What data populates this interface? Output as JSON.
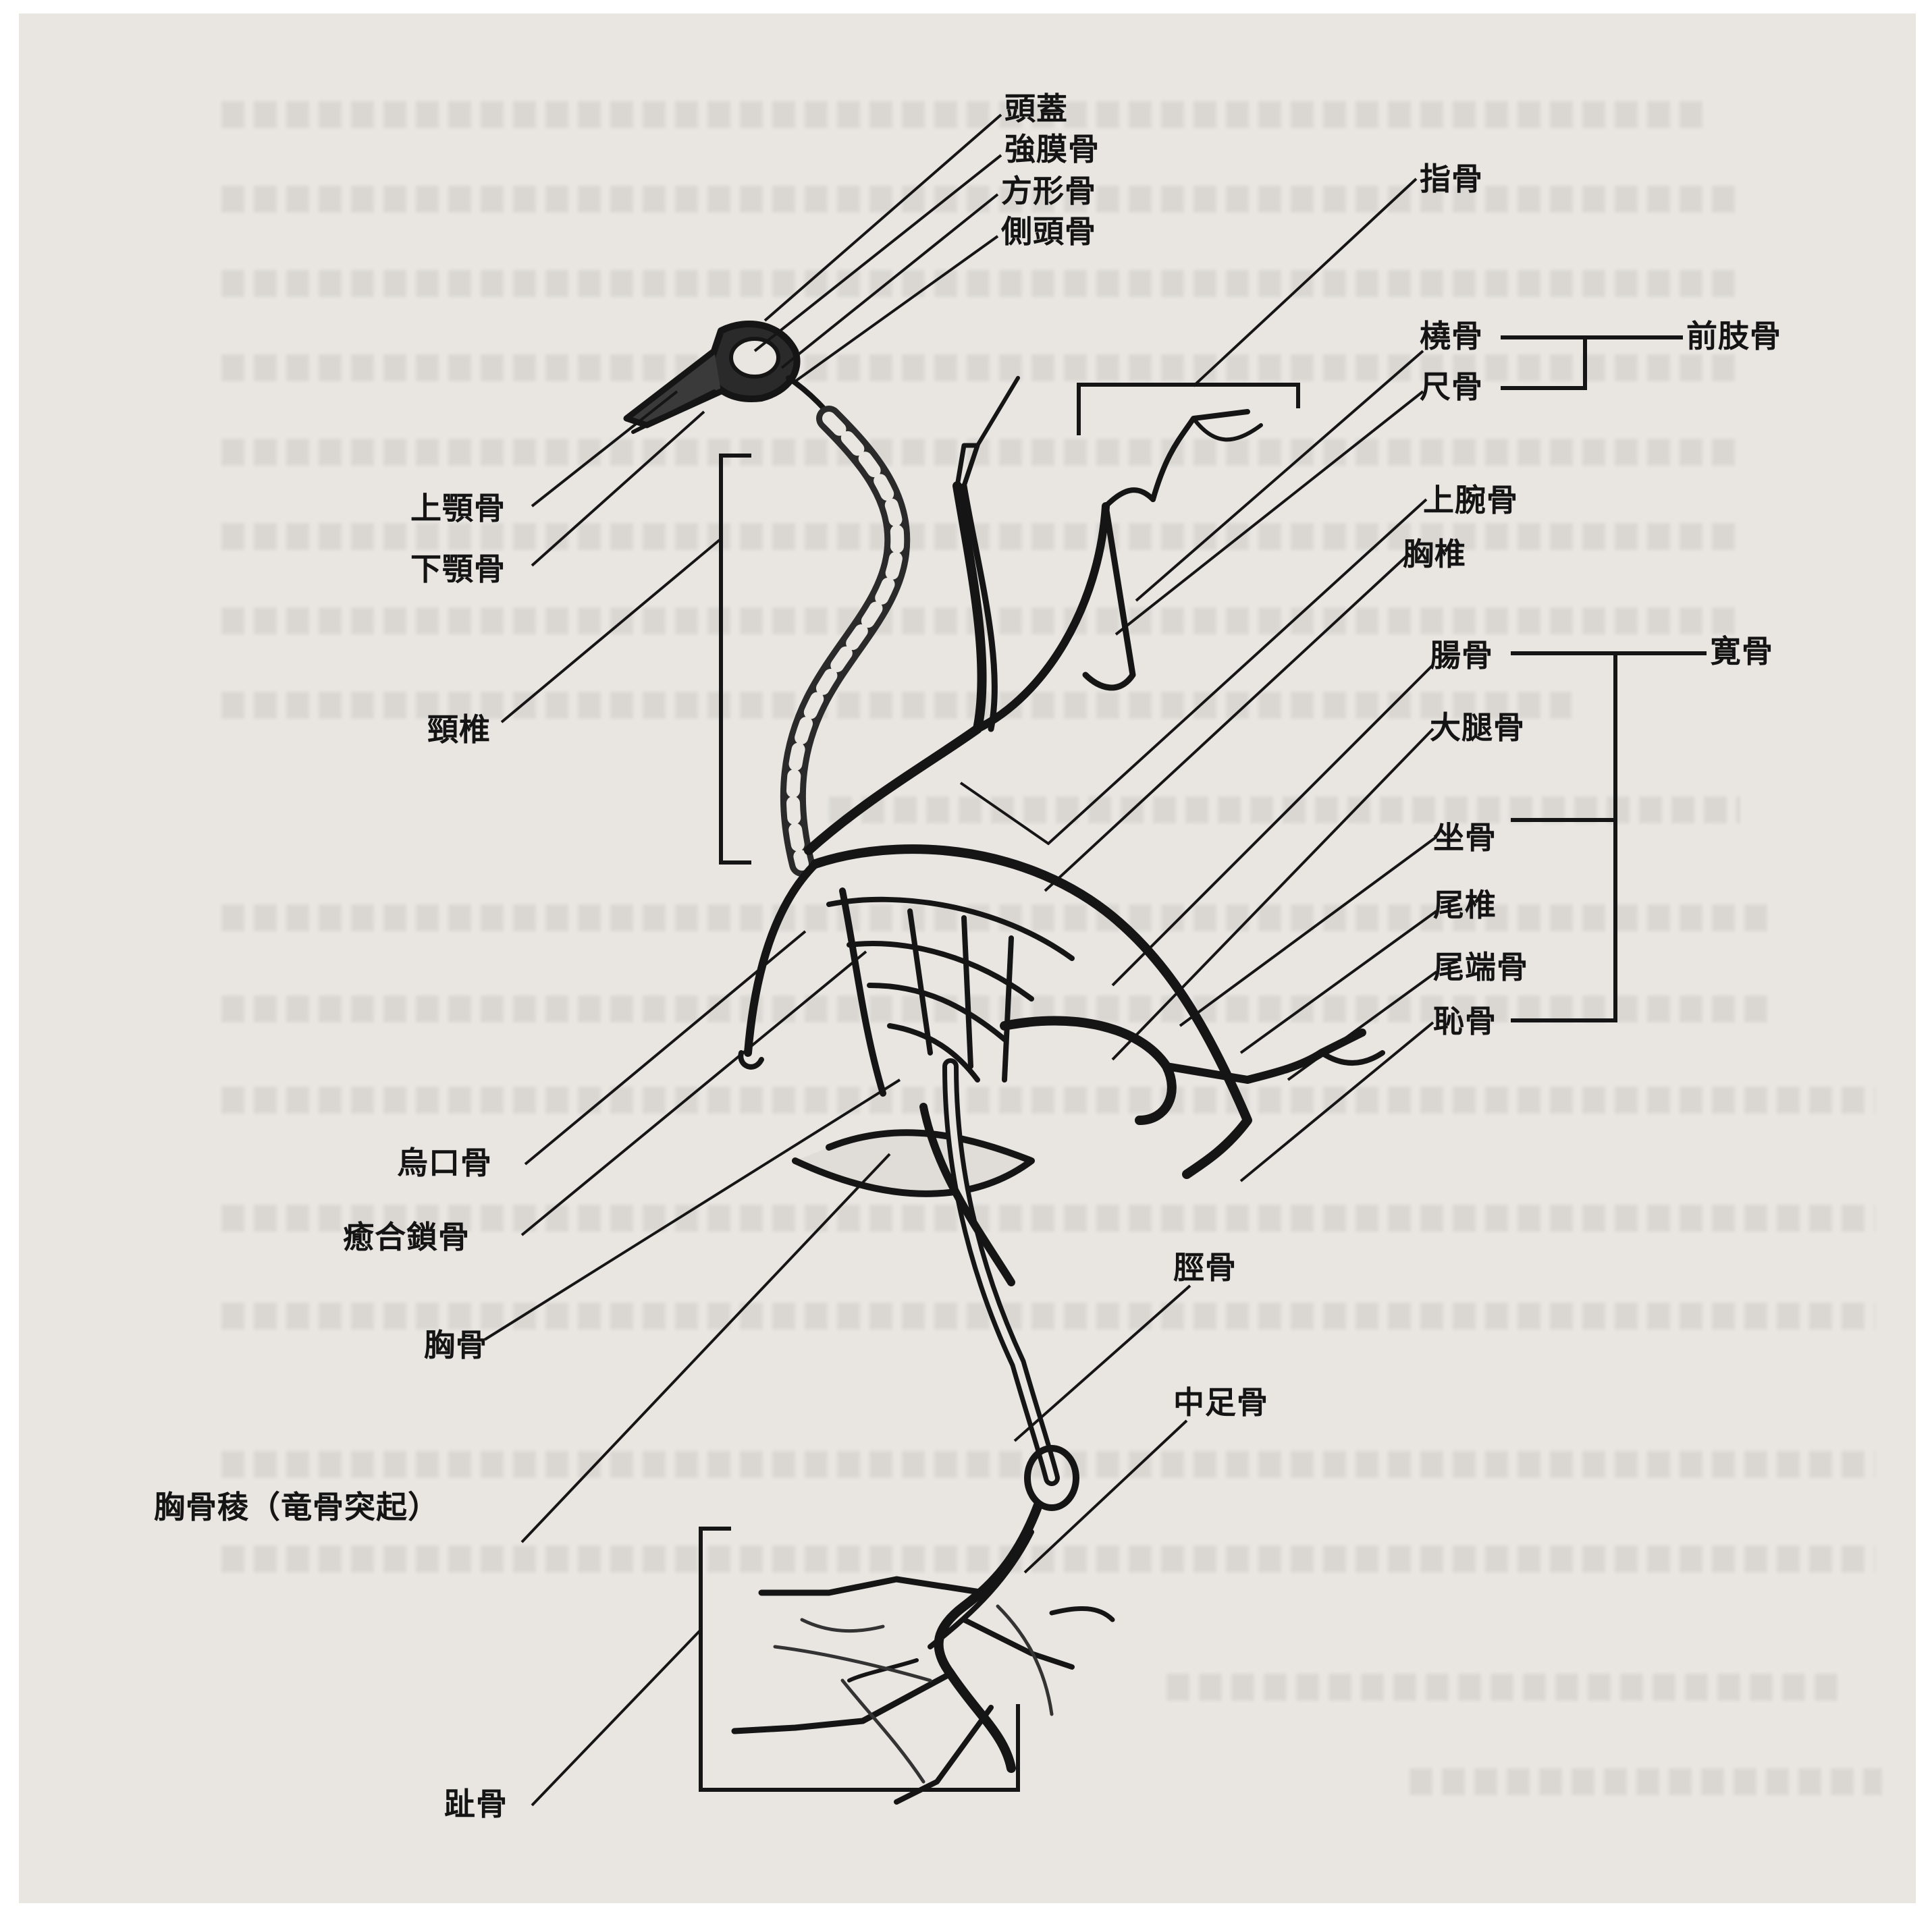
{
  "labels": {
    "skull": "頭蓋",
    "scleral_ossicles": "強膜骨",
    "quadrate": "方形骨",
    "squamosal": "側頭骨",
    "phalanges_wing": "指骨",
    "radius": "橈骨",
    "ulna": "尺骨",
    "forelimb_bones": "前肢骨",
    "humerus": "上腕骨",
    "thoracic_vertebrae": "胸椎",
    "maxilla": "上顎骨",
    "mandible": "下顎骨",
    "cervical_vertebrae": "頸椎",
    "ilium": "腸骨",
    "pelvis": "寛骨",
    "femur": "大腿骨",
    "ischium": "坐骨",
    "caudal_vertebrae": "尾椎",
    "pygostyle": "尾端骨",
    "pubis": "恥骨",
    "coracoid": "烏口骨",
    "furcula": "癒合鎖骨",
    "sternum": "胸骨",
    "keel": "胸骨稜（竜骨突起）",
    "tibiotarsus": "脛骨",
    "tarsometatarsus": "中足骨",
    "toe_phalanges": "趾骨"
  },
  "colors": {
    "ink": "#141414",
    "paper": "#e9e6e2",
    "bleed_text": "#c9c5c0"
  }
}
